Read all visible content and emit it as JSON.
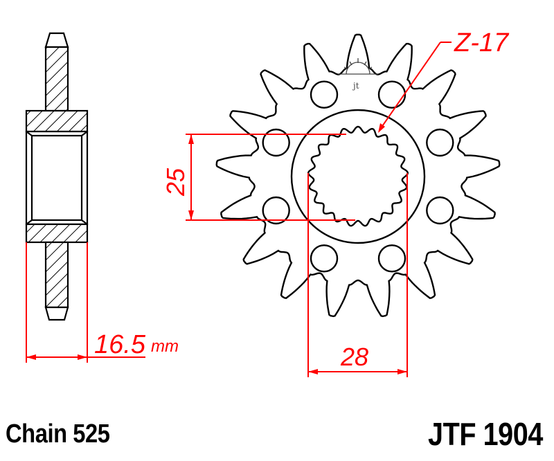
{
  "drawing": {
    "title": "Front sprocket technical drawing",
    "line_color": "#000000",
    "dimension_color": "#ff0000",
    "sprocket": {
      "teeth_label": "Z-17",
      "teeth_count": 17,
      "spline_count": 21,
      "bolt_holes": 8
    },
    "dimensions": {
      "spline_inner": "25",
      "spline_outer": "28",
      "width_value": "16.5",
      "width_unit": "mm"
    }
  },
  "footer": {
    "chain": "Chain 525",
    "part_number": "JTF 1904"
  }
}
